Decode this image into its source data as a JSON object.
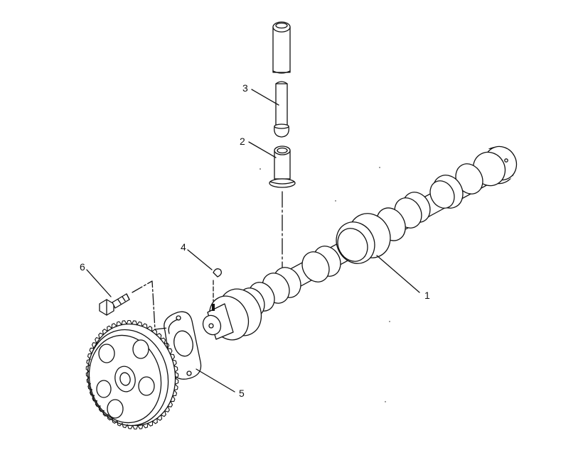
{
  "callouts": {
    "camshaft": "1",
    "tappet": "2",
    "pushrod": "3",
    "key": "4",
    "thrust_plate": "5",
    "bolt": "6"
  },
  "colors": {
    "line": "#111111",
    "background": "#ffffff"
  }
}
